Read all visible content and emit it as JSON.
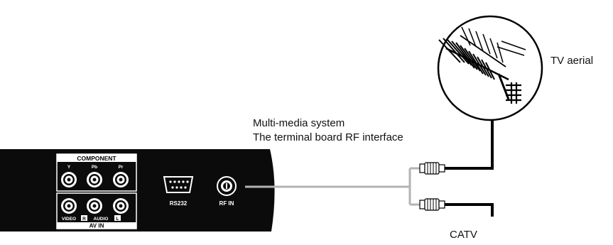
{
  "labels": {
    "aerial": "TV aerial",
    "system_line1": "Multi-media system",
    "system_line2": "The terminal board RF interface",
    "catv": "CATV"
  },
  "device": {
    "component_header": "COMPONENT",
    "component_jacks": [
      "Y",
      "Pb",
      "Pr"
    ],
    "av_in_header": "AV IN",
    "video_label": "VIDEO",
    "audio_right_badge": "R",
    "audio_label": "AUDIO",
    "audio_left_badge": "L",
    "rs232_label": "RS232",
    "rf_in_label": "RF IN"
  },
  "colors": {
    "device_body": "#0b0b0b",
    "feed_cable": "#b3b3b3",
    "line": "#000000"
  }
}
